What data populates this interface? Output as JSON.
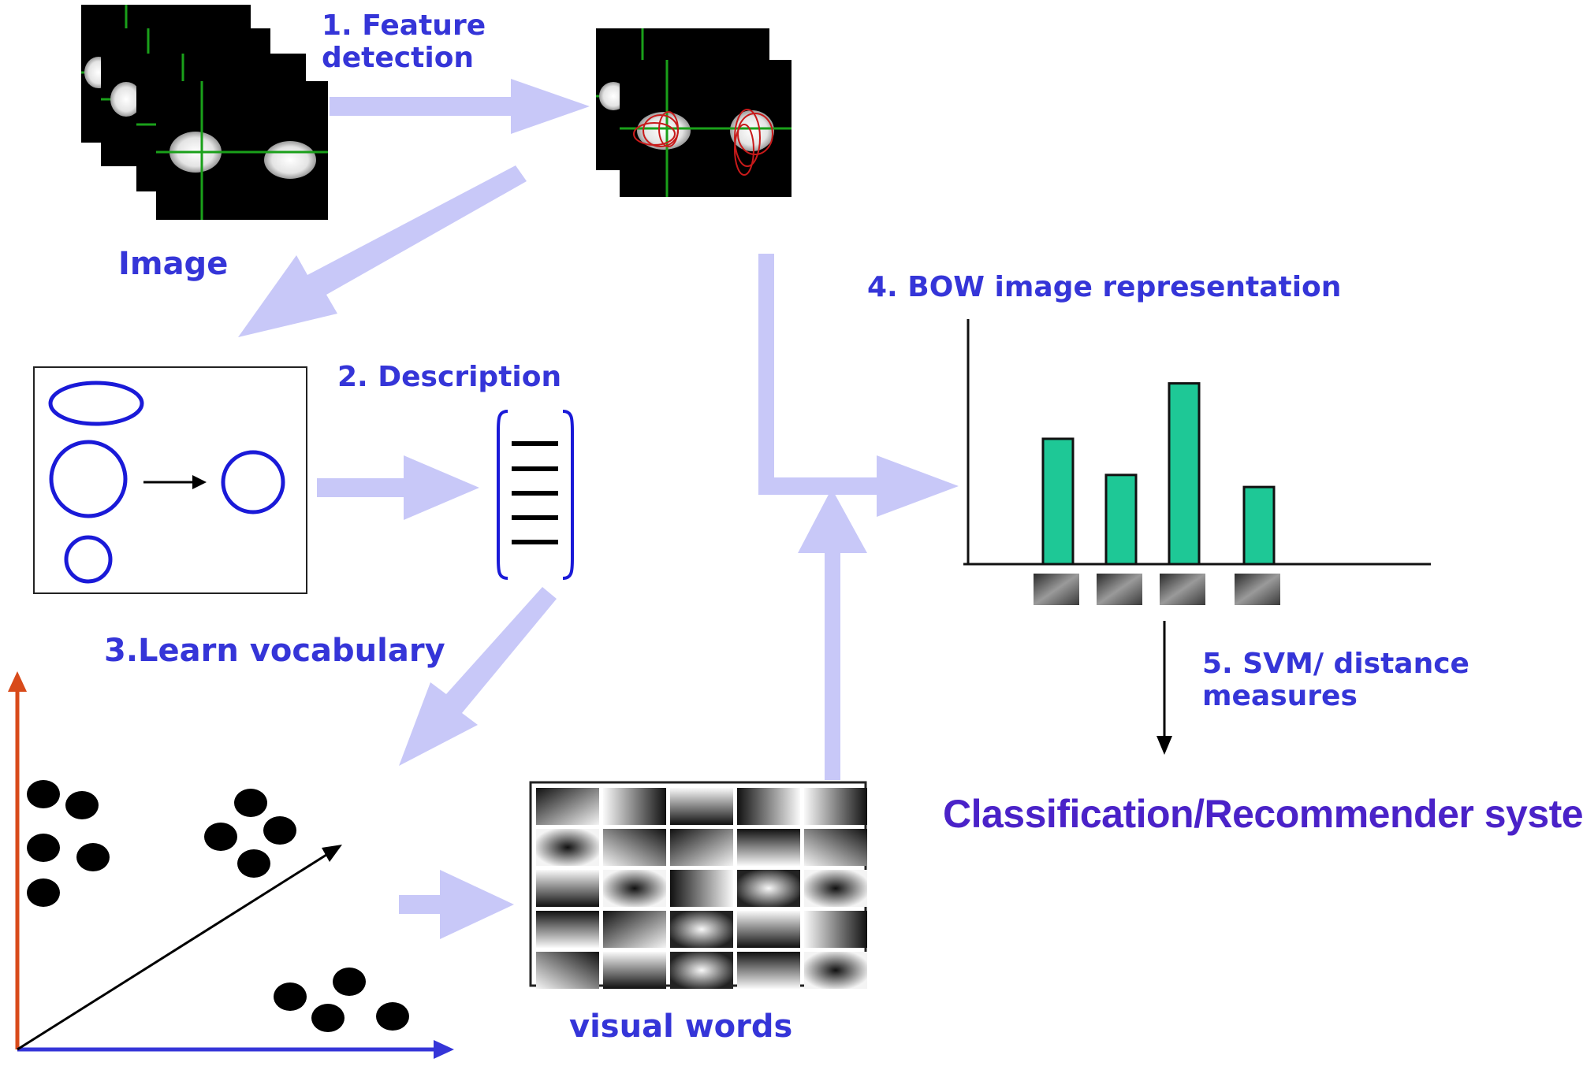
{
  "steps": {
    "feature_detection": "1. Feature\ndetection",
    "description": "2. Description",
    "learn_vocabulary": "3.Learn vocabulary",
    "bow_representation": "4. BOW image representation",
    "svm": "5. SVM/ distance\nmeasures"
  },
  "labels": {
    "image": "Image",
    "visual_words": "visual words",
    "output": "Classification/Recommender system"
  },
  "colors": {
    "label_blue": "#3535d8",
    "flow_arrow": "#c8c8f8",
    "circle_blue": "#1a1ad8",
    "bar_fill": "#1ec896",
    "axis_red": "#d84a1a",
    "axis_blue": "#3535d8",
    "feature_line": "#1aa01a",
    "ellipse_red": "#c81a1a",
    "output_purple": "#4a22c8"
  },
  "chart_data": {
    "type": "bar",
    "values": [
      0.52,
      0.37,
      0.75,
      0.32
    ],
    "title": "4. BOW image representation",
    "xlabel": "",
    "ylabel": ""
  }
}
